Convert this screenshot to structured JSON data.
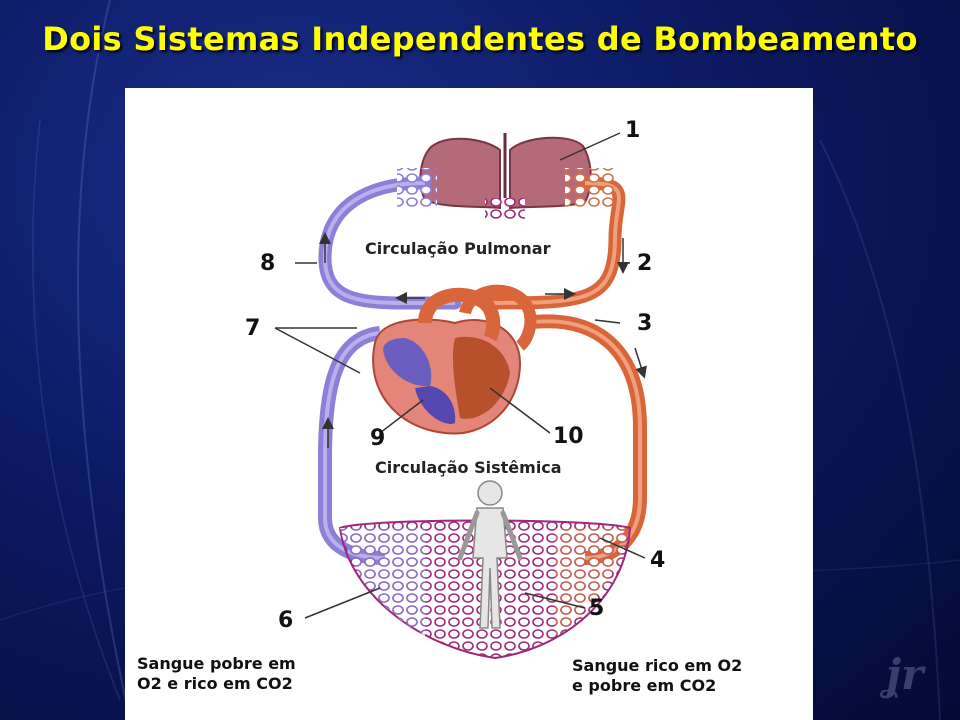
{
  "title": "Dois Sistemas Independentes de Bombeamento",
  "diagram": {
    "labels": {
      "pulmonary_circulation": "Circulação Pulmonar",
      "systemic_circulation": "Circulação Sistêmica"
    },
    "numbers": [
      "1",
      "2",
      "3",
      "4",
      "5",
      "6",
      "7",
      "8",
      "9",
      "10"
    ],
    "notes": {
      "left_line1": "Sangue pobre em",
      "left_line2": "O2 e rico em CO2",
      "right_line1": "Sangue rico em O2",
      "right_line2": "e pobre em CO2"
    }
  },
  "colors": {
    "title": "#ffff00",
    "artery": "#d9663a",
    "vein": "#8c7fd6",
    "capillary": "#a0287a",
    "background": "#0c1a63"
  }
}
